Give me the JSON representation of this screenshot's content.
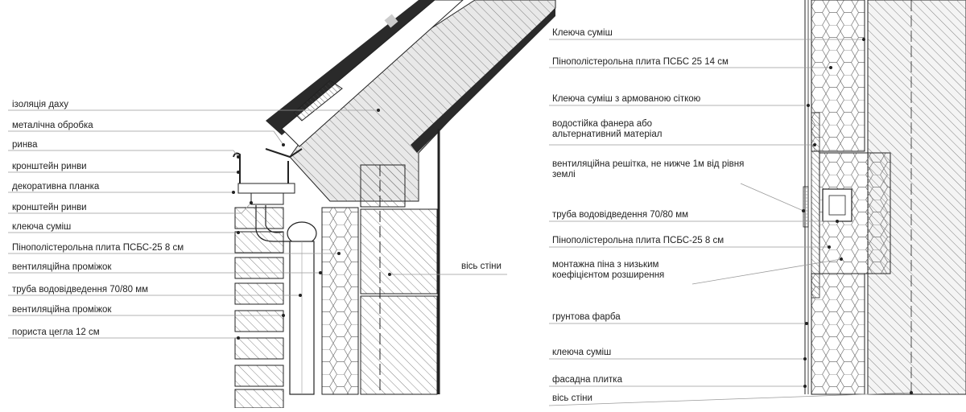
{
  "left_detail": {
    "labels": [
      "ізоляція даху",
      "металічна обробка",
      "ринва",
      "кронштейн ринви",
      "декоративна планка",
      "кронштейн ринви",
      "клеюча суміш",
      "Пінополістерольна плита ПСБС-25  8 см",
      "вентиляційна проміжок",
      "труба водовідведення 70/80 мм",
      "вентиляційна проміжок",
      "пориста цегла 12 см"
    ],
    "axis_label": "вісь стіни"
  },
  "right_detail": {
    "labels": [
      "Клеюча суміш",
      "Пінополістерольна плита ПСБС 25 14 см",
      "Клеюча суміш з армованою сіткою",
      "водостійка фанера або альтернативний матеріал",
      "вентиляційна решітка, не нижче 1м від рівня землі",
      "труба водовідведення 70/80 мм",
      "Пінополістерольна плита ПСБС-25    8 см",
      "монтажна піна з низьким коефіцієнтом розширення",
      "грунтова фарба",
      "клеюча суміш",
      "фасадна плитка",
      "вісь стіни"
    ]
  },
  "colors": {
    "line": "#222222",
    "leader": "#9a9a9a",
    "fill_light": "#e6e6e6",
    "fill_mid": "#d6d6d6"
  }
}
